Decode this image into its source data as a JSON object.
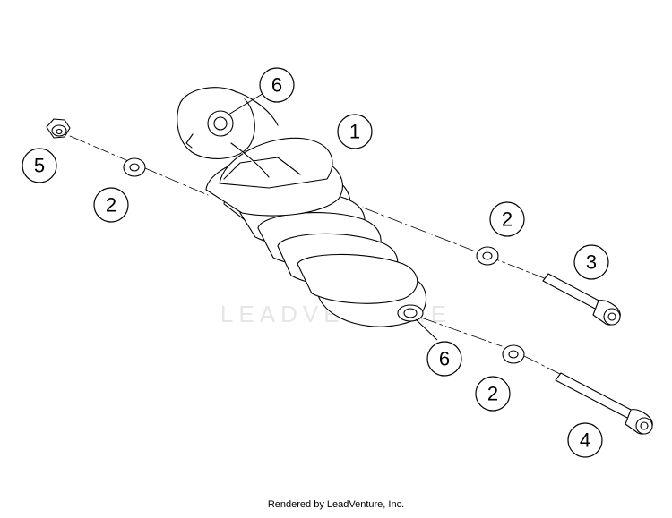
{
  "callouts": [
    "6",
    "1",
    "5",
    "2",
    "2",
    "3",
    "6",
    "2",
    "4"
  ],
  "watermark": "LEADVENTURE",
  "credit": "Rendered by LeadVenture, Inc."
}
